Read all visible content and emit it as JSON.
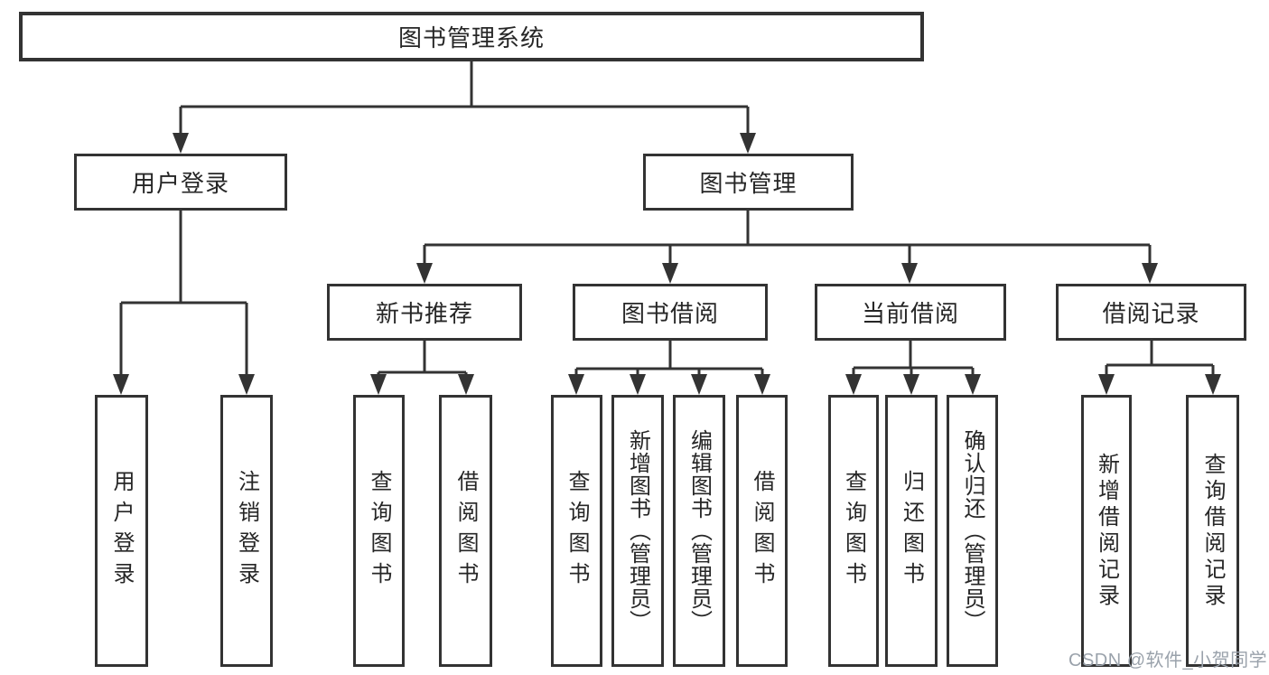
{
  "diagram": {
    "root": {
      "label": "图书管理系统",
      "children": [
        {
          "label": "用户登录",
          "children": [
            {
              "label": "用户登录"
            },
            {
              "label": "注销登录"
            }
          ]
        },
        {
          "label": "图书管理",
          "children": [
            {
              "label": "新书推荐",
              "children": [
                {
                  "label": "查询图书"
                },
                {
                  "label": "借阅图书"
                }
              ]
            },
            {
              "label": "图书借阅",
              "children": [
                {
                  "label": "查询图书"
                },
                {
                  "label": "新增图书（管理员）"
                },
                {
                  "label": "编辑图书（管理员）"
                },
                {
                  "label": "借阅图书"
                }
              ]
            },
            {
              "label": "当前借阅",
              "children": [
                {
                  "label": "查询图书"
                },
                {
                  "label": "归还图书"
                },
                {
                  "label": "确认归还（管理员）"
                }
              ]
            },
            {
              "label": "借阅记录",
              "children": [
                {
                  "label": "新增借阅记录"
                },
                {
                  "label": "查询借阅记录"
                }
              ]
            }
          ]
        }
      ]
    },
    "watermark": {
      "text": "CSDN @软件_小贺同学"
    },
    "colors": {
      "line": "#333333",
      "border": "#333333",
      "text": "#262626",
      "watermark": "#9aa2ab",
      "background": "#ffffff"
    }
  }
}
